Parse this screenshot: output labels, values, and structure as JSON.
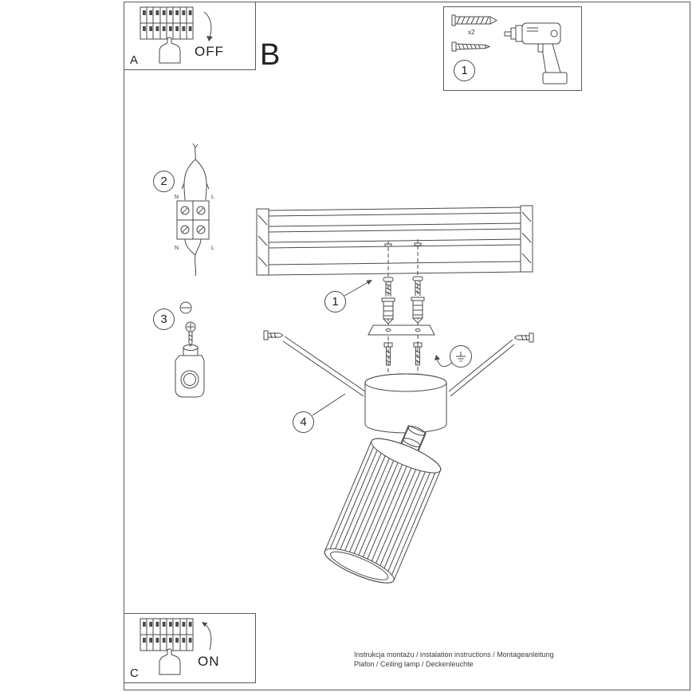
{
  "colors": {
    "line": "#4a4a4a",
    "background": "#ffffff"
  },
  "page": {
    "big_label": "B"
  },
  "power_off_panel": {
    "corner_label": "A",
    "switch_state": "OFF"
  },
  "power_on_panel": {
    "corner_label": "C",
    "switch_state": "ON"
  },
  "tools_box": {
    "step_number": "1",
    "dowel_quantity": "x2"
  },
  "markers": {
    "anchors_step": "1",
    "wiring_step": "2",
    "ground_step": "3",
    "canopy_step": "4"
  },
  "wiring_labels": {
    "neutral_top": "N",
    "line_top": "L",
    "neutral_bottom": "N",
    "line_bottom": "L"
  },
  "footer": {
    "line1": "Instrukcja montażu / instalation instructions / Montageanleitung",
    "line2": "Plafon / Ceiling lamp / Deckenleuchte"
  }
}
